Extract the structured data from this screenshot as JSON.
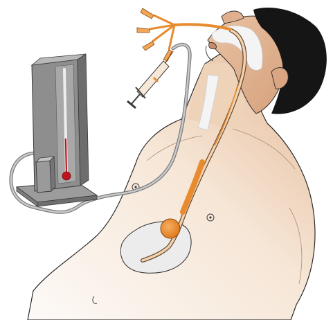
{
  "illustration": {
    "colors": {
      "skin_light": "#fbf6f1",
      "skin_mid": "#f1d9c2",
      "skin_dark": "#d8a887",
      "hair": "#151515",
      "outline": "#2b2b2b",
      "tube_orange": "#e88a2e",
      "tube_orange_light": "#f2a65a",
      "balloon_orange": "#f08c2c",
      "device_grey": "#8c8c8c",
      "device_dark": "#6f6f6f",
      "device_light": "#bdbdbd",
      "bulb_red": "#c0151d",
      "hose_grey": "#9a9a9a",
      "dressing_white": "#f4f4f4",
      "stomach_fill": "#ececec"
    },
    "elements": [
      {
        "name": "patient-torso",
        "label": "torso"
      },
      {
        "name": "patient-head",
        "label": "head"
      },
      {
        "name": "esophageal-tube",
        "label": "tube"
      },
      {
        "name": "gastric-balloon",
        "label": "balloon"
      },
      {
        "name": "pressure-manometer",
        "label": "manometer"
      },
      {
        "name": "syringe",
        "label": "syringe"
      },
      {
        "name": "tube-ports",
        "label": "ports"
      }
    ]
  }
}
